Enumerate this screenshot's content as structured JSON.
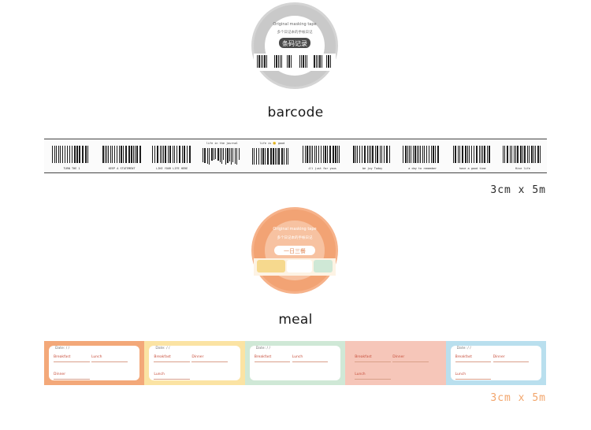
{
  "products": [
    {
      "caption": "barcode",
      "size": "3cm x 5m",
      "roll": {
        "arc_text": "Original masking tape",
        "roll_subtext": "多个日记本的手帐日记",
        "badge": "条码记录",
        "color": "#cfcfcf"
      },
      "barcode_captions": [
        "TURN THE 1",
        "KEEP A STATEMENT",
        "LIKE YOUR LIFE HERE",
        "",
        "",
        "ill just for yous",
        "be joy    Today",
        "a day to remember",
        "have a good time",
        "Hive life"
      ],
      "top_captions": [
        "",
        "",
        "",
        "life in the journal",
        "life is 😊 good",
        "",
        "",
        "",
        "",
        ""
      ]
    },
    {
      "caption": "meal",
      "size": "3cm x 5m",
      "roll": {
        "arc_text": "Original masking tape",
        "roll_subtext": "多个日记本的手帐日记",
        "badge": "一日三餐",
        "color": "#f2a374"
      },
      "panels": [
        {
          "bg": "#f3a879",
          "date": "Date:  /  /",
          "labels": [
            "Breakfast",
            "Lunch",
            "Dinner"
          ]
        },
        {
          "bg": "#fbe3a3",
          "date": "Date:  /  /",
          "labels": [
            "Breakfast",
            "Dinner",
            "Lunch"
          ]
        },
        {
          "bg": "#cfe8d6",
          "date": "Date:  /  /",
          "labels": [
            "Breakfast",
            "Lunch"
          ]
        },
        {
          "bg": "#f6c6b9",
          "date": "",
          "labels": [
            "Breakfast",
            "Dinner",
            "Lunch"
          ]
        },
        {
          "bg": "#b9dfee",
          "date": "Date:  /  /",
          "labels": [
            "Breakfast",
            "Dinner",
            "Lunch"
          ]
        }
      ]
    }
  ]
}
